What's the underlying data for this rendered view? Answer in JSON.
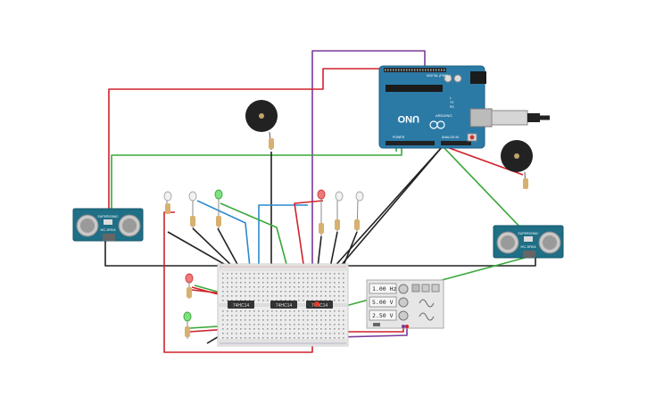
{
  "arduino": {
    "logo": "UNO",
    "brand": "ARDUINO",
    "label_digital": "DIGITAL (PWM~)",
    "label_analog": "ANALOG IN",
    "label_power": "POWER",
    "label_tx": "TX",
    "label_rx": "RX",
    "label_l": "L"
  },
  "sensor_left": {
    "label": "HC-SR04",
    "sublabel": "SUPERSONIC"
  },
  "sensor_right": {
    "label": "HC-SR04",
    "sublabel": "SUPERSONIC"
  },
  "chips": [
    {
      "label": "74HC14"
    },
    {
      "label": "74HC14"
    },
    {
      "label": "74HC14"
    }
  ],
  "function_generator": {
    "frequency": "1.00 Hz",
    "amplitude": "5.00 V",
    "offset": "2.50 V"
  },
  "colors": {
    "wire_red": "#d0212a",
    "wire_green": "#3aa83a",
    "wire_black": "#222222",
    "wire_purple": "#7b3a99",
    "wire_blue": "#2a8ad0",
    "arduino_board": "#2b7aa6",
    "sensor_board": "#1f6f86",
    "breadboard": "#ececec"
  },
  "icons": {
    "buzzer": "piezo-buzzer-icon",
    "led": "led-icon",
    "resistor": "resistor-icon",
    "usb": "usb-plug-icon"
  }
}
